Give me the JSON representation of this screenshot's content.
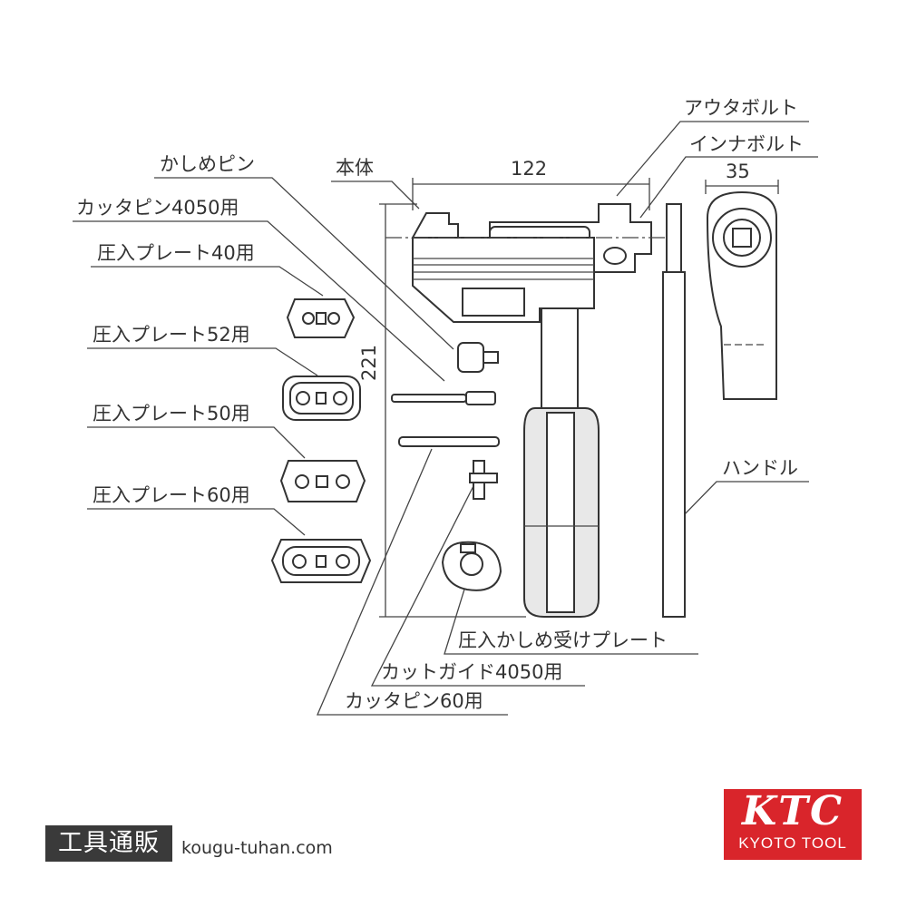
{
  "labels": {
    "outer_bolt": "アウタボルト",
    "inner_bolt": "インナボルト",
    "caulking_pin": "かしめピン",
    "body": "本体",
    "cutter_pin_4050": "カッタピン4050用",
    "press_plate_40": "圧入プレート40用",
    "press_plate_52": "圧入プレート52用",
    "press_plate_50": "圧入プレート50用",
    "press_plate_60": "圧入プレート60用",
    "handle": "ハンドル",
    "press_caulk_receiving_plate": "圧入かしめ受けプレート",
    "cut_guide_4050": "カットガイド4050用",
    "cutter_pin_60": "カッタピン60用"
  },
  "dimensions": {
    "width": "122",
    "height": "221",
    "depth": "35"
  },
  "footer": {
    "shop_name": "工具通販",
    "site_url": "kougu-tuhan.com"
  },
  "logo": {
    "brand": "KTC",
    "subtitle": "KYOTO TOOL",
    "color": "#d9252b"
  }
}
